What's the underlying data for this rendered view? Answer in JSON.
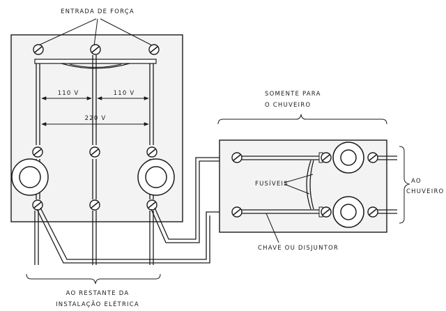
{
  "labels": {
    "power_input": "ENTRADA DE FORÇA",
    "voltage_a": "110 V",
    "voltage_b": "110 V",
    "voltage_total": "220 V",
    "only_for_line1": "SOMENTE PARA",
    "only_for_line2": "O CHUVEIRO",
    "fuses": "FUSÍVEIS",
    "switch_breaker": "CHAVE OU DISJUNTOR",
    "to_shower_line1": "AO",
    "to_shower_line2": "CHUVEIRO",
    "to_rest_line1": "AO RESTANTE DA",
    "to_rest_line2": "INSTALAÇÃO ELÉTRICA"
  }
}
